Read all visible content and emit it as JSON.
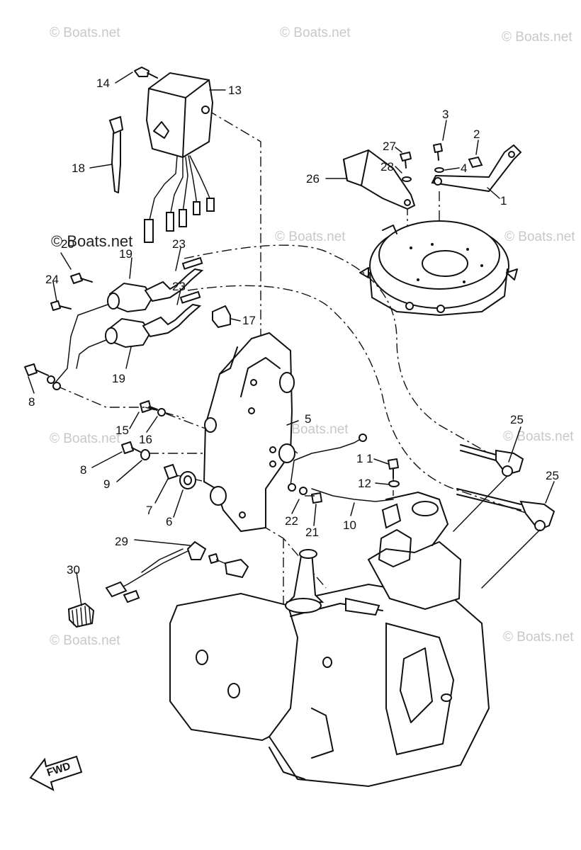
{
  "watermark": "© Boats.net",
  "fwd_label": "FWD",
  "callouts": {
    "c1": "1",
    "c2": "2",
    "c3": "3",
    "c4": "4",
    "c5": "5",
    "c6": "6",
    "c7": "7",
    "c8a": "8",
    "c8b": "8",
    "c9": "9",
    "c10": "10",
    "c11": "1 1",
    "c12": "12",
    "c13": "13",
    "c14": "14",
    "c15": "15",
    "c16": "16",
    "c17": "17",
    "c18": "18",
    "c19a": "19",
    "c19b": "19",
    "c20": "20",
    "c21": "21",
    "c22": "22",
    "c23a": "23",
    "c23b": "23",
    "c24": "24",
    "c25a": "25",
    "c25b": "25",
    "c26": "26",
    "c27": "27",
    "c28": "28",
    "c29": "29",
    "c30": "30"
  }
}
